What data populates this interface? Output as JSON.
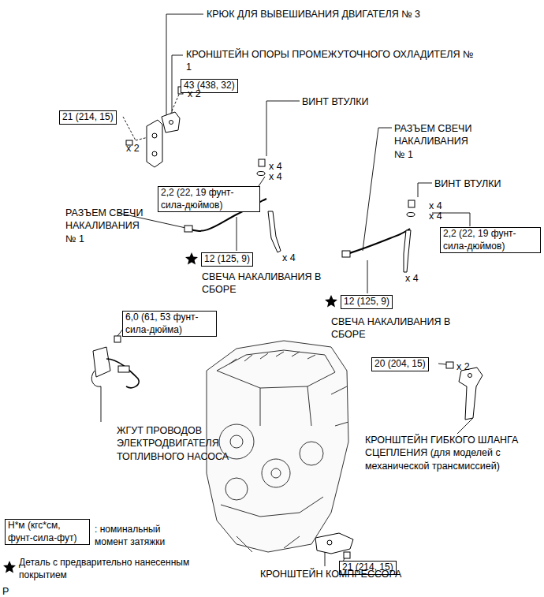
{
  "diagram": {
    "nodes": [
      {
        "text": [
          "21 (214, 15)"
        ]
      },
      {
        "text": [
          "43 (438, 32)"
        ]
      },
      {
        "text": [
          "2,2 (22, 19 фунт-сила-дюймов)"
        ]
      },
      {
        "text": [
          "12 (125, 9)"
        ]
      },
      {
        "text": [
          "2,2 (22, 19 фунт-сила-дюймов)"
        ]
      },
      {
        "text": [
          "12 (125, 9)"
        ]
      },
      {
        "text": [
          "6,0 (61, 53 фунт-сила-дюйма)"
        ]
      },
      {
        "text": [
          "20 (204, 15)"
        ]
      },
      {
        "text": [
          "21 (214, 15)"
        ]
      },
      {
        "text": [
          "Н*м (кгс*см, фунт-сила-фут)"
        ]
      }
    ],
    "labels": [
      "КРЮК ДЛЯ ВЫВЕШИВАНИЯ ДВИГАТЕЛЯ № 3",
      "КРОНШТЕЙН ОПОРЫ ПРОМЕЖУТОЧНОГО ОХЛАДИТЕЛЯ № 1",
      "x 2",
      "x 2",
      "ВИНТ ВТУЛКИ",
      "x 4",
      "x 4",
      "РАЗЪЕМ СВЕЧИ НАКАЛИВАНИЯ № 1",
      "x 4",
      "СВЕЧА НАКАЛИВАНИЯ В СБОРЕ",
      "РАЗЪЕМ СВЕЧИ НАКАЛИВАНИЯ № 1",
      "ВИНТ ВТУЛКИ",
      "x 4",
      "x 4",
      "x 4",
      "СВЕЧА НАКАЛИВАНИЯ В СБОРЕ",
      "ЖГУТ ПРОВОДОВ ЭЛЕКТРОДВИГАТЕЛЯ ТОПЛИВНОГО НАСОСА",
      "x 2",
      "КРОНШТЕЙН ГИБКОГО ШЛАНГА СЦЕПЛЕНИЯ (для моделей с механической трансмиссией)",
      "КРОНШТЕЙН КОМПРЕССОРА",
      "P"
    ],
    "legend": [
      {
        "text": ": номинальный момент затяжки"
      },
      {
        "text": "Деталь с предварительно нанесенным покрытием"
      }
    ]
  }
}
